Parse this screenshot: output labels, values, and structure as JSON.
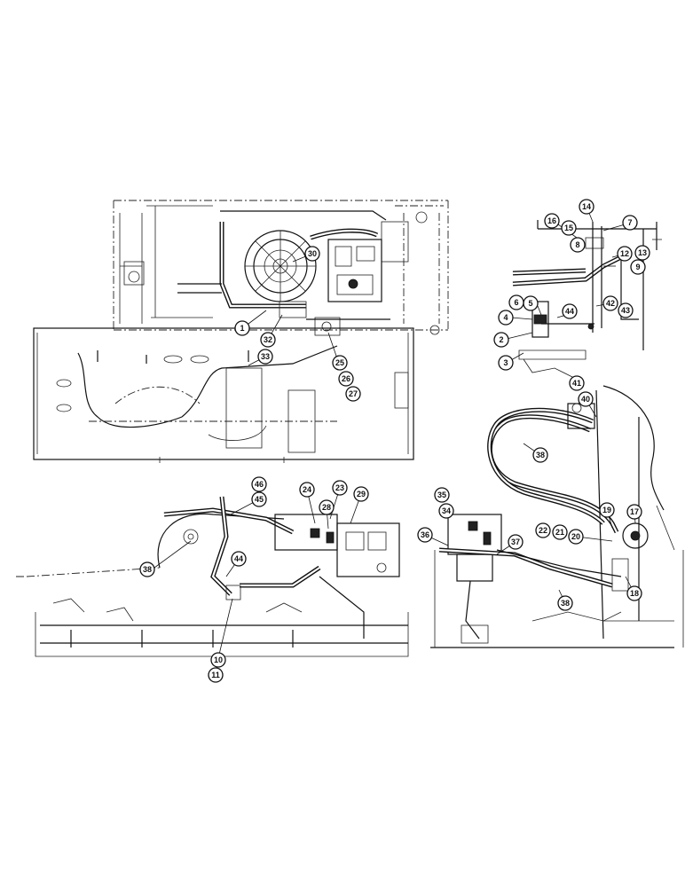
{
  "callouts": {
    "c1": "1",
    "c2": "2",
    "c3": "3",
    "c4": "4",
    "c5": "5",
    "c6": "6",
    "c7": "7",
    "c8": "8",
    "c9": "9",
    "c10": "10",
    "c11": "11",
    "c12": "12",
    "c13": "13",
    "c14": "14",
    "c15": "15",
    "c16": "16",
    "c17": "17",
    "c18": "18",
    "c19": "19",
    "c20": "20",
    "c21": "21",
    "c22": "22",
    "c23": "23",
    "c24": "24",
    "c25": "25",
    "c26": "26",
    "c27": "27",
    "c28": "28",
    "c29": "29",
    "c30": "30",
    "c32": "32",
    "c33": "33",
    "c34": "34",
    "c35": "35",
    "c36": "36",
    "c37": "37",
    "c38a": "38",
    "c38b": "38",
    "c38c": "38",
    "c40": "40",
    "c41": "41",
    "c42": "42",
    "c43": "43",
    "c44a": "44",
    "c44b": "44",
    "c45": "45",
    "c46": "46"
  }
}
